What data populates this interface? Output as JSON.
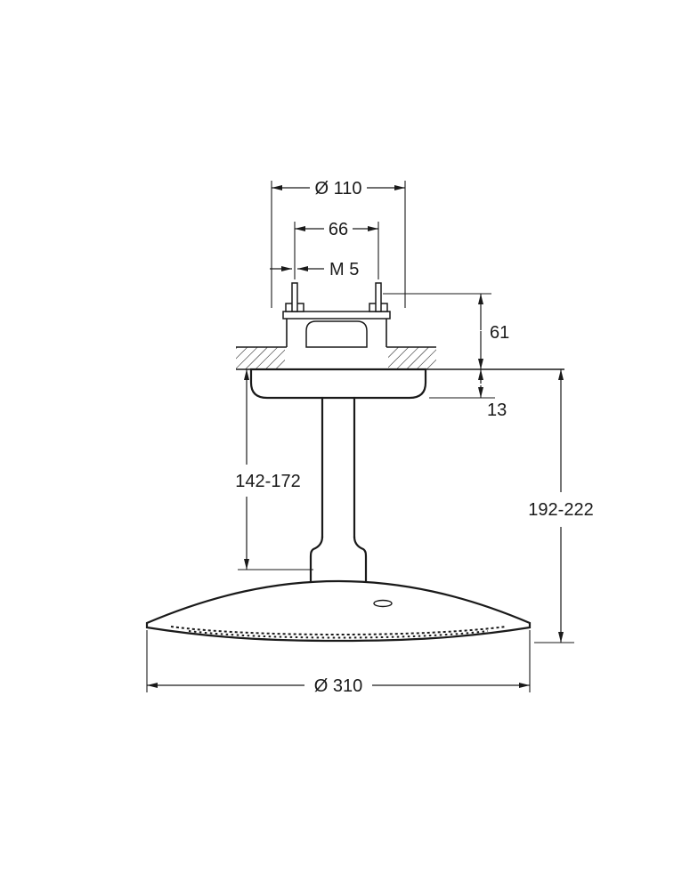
{
  "drawing": {
    "kind": "technical-dimension-drawing",
    "subject": "ceiling-mounted shower head",
    "colors": {
      "line": "#1a1a1a",
      "background": "#ffffff"
    },
    "dimensions": {
      "flange_diameter": "Ø 110",
      "hole_spacing": "66",
      "thread_size": "M 5",
      "above_ceiling_height": "61",
      "escutcheon_height": "13",
      "ceiling_to_head_range": "142-172",
      "overall_height_range": "192-222",
      "head_diameter": "Ø 310"
    }
  }
}
